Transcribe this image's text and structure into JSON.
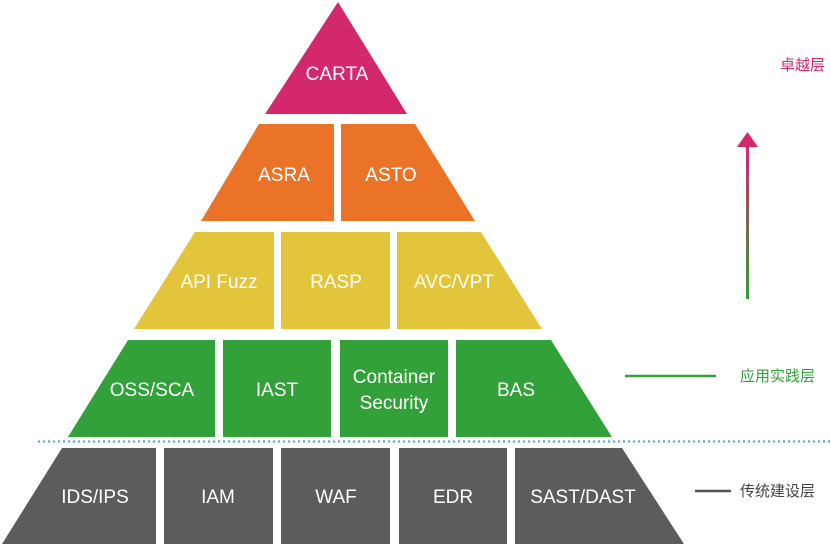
{
  "colors": {
    "excellence": "#d3286b",
    "orange": "#ea7327",
    "yellow": "#e2c53a",
    "green": "#33a13a",
    "gray": "#5c5c5c",
    "dotted_line": "#37a5d8",
    "legend_line_gray": "#555555",
    "label_gray": "#444444"
  },
  "pyramid": {
    "rows": [
      {
        "tier": "excellence",
        "items": [
          "CARTA"
        ]
      },
      {
        "tier": "excellence",
        "items": [
          "ASRA",
          "ASTO"
        ]
      },
      {
        "tier": "excellence",
        "items": [
          "API Fuzz",
          "RASP",
          "AVC/VPT"
        ]
      },
      {
        "tier": "practice",
        "items": [
          "OSS/SCA",
          "IAST",
          "Container Security",
          "BAS"
        ]
      },
      {
        "tier": "traditional",
        "items": [
          "IDS/IPS",
          "IAM",
          "WAF",
          "EDR",
          "SAST/DAST"
        ]
      }
    ]
  },
  "layers": {
    "excellence": "卓越层",
    "practice": "应用实践层",
    "traditional": "传统建设层"
  },
  "icons": {
    "progress_arrow": "up-arrow-icon"
  }
}
